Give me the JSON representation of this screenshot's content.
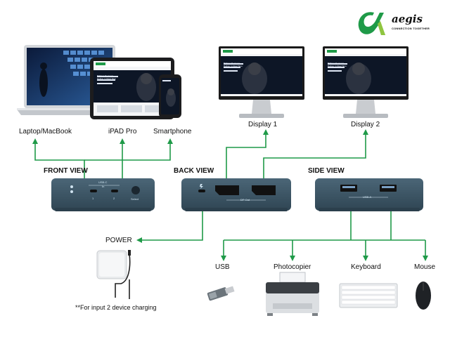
{
  "brand": {
    "name": "aegis",
    "tagline": "CONNECTION TOGETHER",
    "logo_colors": [
      "#1f9a48",
      "#8fc540"
    ]
  },
  "views": {
    "front": "FRONT VIEW",
    "back": "BACK VIEW",
    "side": "SIDE VIEW"
  },
  "source_devices": [
    "Laptop/MacBook",
    "iPAD Pro",
    "Smartphone"
  ],
  "displays": [
    "Display 1",
    "Display 2"
  ],
  "power": {
    "label": "POWER",
    "note": "**For input 2 device charging"
  },
  "peripherals": [
    "USB",
    "Photocopier",
    "Keyboard",
    "Mouse"
  ],
  "ports": {
    "front_usb_c": "USB-C",
    "front_in": "In",
    "front_port_1": "1",
    "front_port_2": "2",
    "front_select": "Select",
    "back_dp_out": "DP Out",
    "side_usb_a": "USB-A"
  },
  "screen_text": "Brilliant AV image Deliver in Real Time",
  "colors": {
    "connector": "#1f9a48",
    "hub_body": "#3f5868",
    "hub_dark": "#2b3f4c"
  }
}
